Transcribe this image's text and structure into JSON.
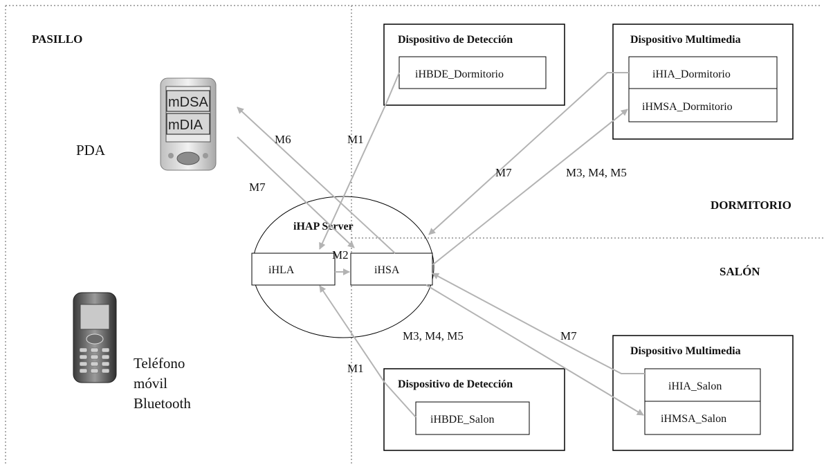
{
  "zones": {
    "pasillo": "PASILLO",
    "dormitorio": "DORMITORIO",
    "salon": "SALÓN"
  },
  "devices": {
    "pda_label": "PDA",
    "pda_screen_top": "mDSA",
    "pda_screen_bottom": "mDIA",
    "phone_label_line1": "Teléfono",
    "phone_label_line2": "móvil",
    "phone_label_line3": "Bluetooth"
  },
  "server": {
    "title": "iHAP Server",
    "hla": "iHLA",
    "hsa": "iHSA"
  },
  "boxes": {
    "det_dormitorio": {
      "title": "Dispositivo de Detección",
      "inner": "iHBDE_Dormitorio"
    },
    "mm_dormitorio": {
      "title": "Dispositivo Multimedia",
      "inner1": "iHIA_Dormitorio",
      "inner2": "iHMSA_Dormitorio"
    },
    "det_salon": {
      "title": "Dispositivo de Detección",
      "inner": "iHBDE_Salon"
    },
    "mm_salon": {
      "title": "Dispositivo Multimedia",
      "inner1": "iHIA_Salon",
      "inner2": "iHMSA_Salon"
    }
  },
  "messages": {
    "m6": "M6",
    "m1_top": "M1",
    "m7_pda": "M7",
    "m2": "M2",
    "m7_dorm": "M7",
    "m345_dorm": "M3, M4, M5",
    "m345_salon": "M3, M4, M5",
    "m7_salon": "M7",
    "m1_bottom": "M1"
  },
  "colors": {
    "arrow": "#b3b3b3",
    "border": "#000000"
  }
}
